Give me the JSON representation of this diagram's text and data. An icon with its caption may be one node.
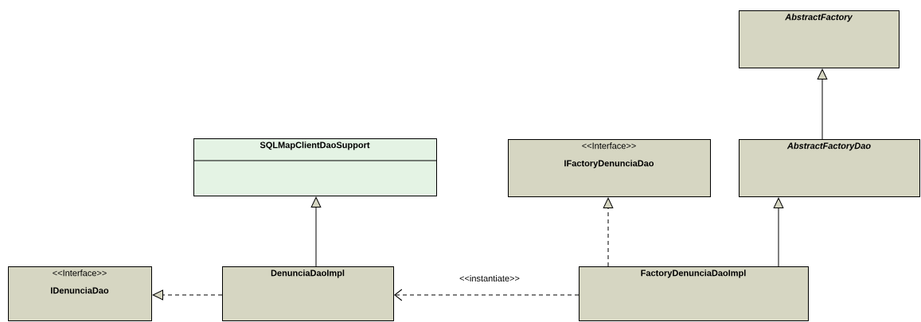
{
  "diagram": {
    "nodes": [
      {
        "text": [
          "AbstractFactory"
        ]
      },
      {
        "text": [
          "SQLMapClientDaoSupport"
        ]
      },
      {
        "text": [
          "<<Interface>>",
          "IFactoryDenunciaDao"
        ]
      },
      {
        "text": [
          "AbstractFactoryDao"
        ]
      },
      {
        "text": [
          "<<Interface>>",
          "IDenunciaDao"
        ]
      },
      {
        "text": [
          "DenunciaDaoImpl"
        ]
      },
      {
        "text": [
          "FactoryDenunciaDaoImpl"
        ]
      }
    ],
    "edges": [
      {
        "from": 3,
        "to": 0,
        "arrow": "to"
      },
      {
        "from": 5,
        "to": 1,
        "arrow": "to"
      },
      {
        "from": 6,
        "to": 2,
        "arrow": "to",
        "style": "dashed"
      },
      {
        "from": 6,
        "to": 3,
        "arrow": "to"
      },
      {
        "from": 5,
        "to": 4,
        "arrow": "to",
        "style": "dashed"
      },
      {
        "from": 6,
        "to": 5,
        "arrow": "to",
        "style": "dashed",
        "label": "<<instantiate>>"
      }
    ]
  }
}
